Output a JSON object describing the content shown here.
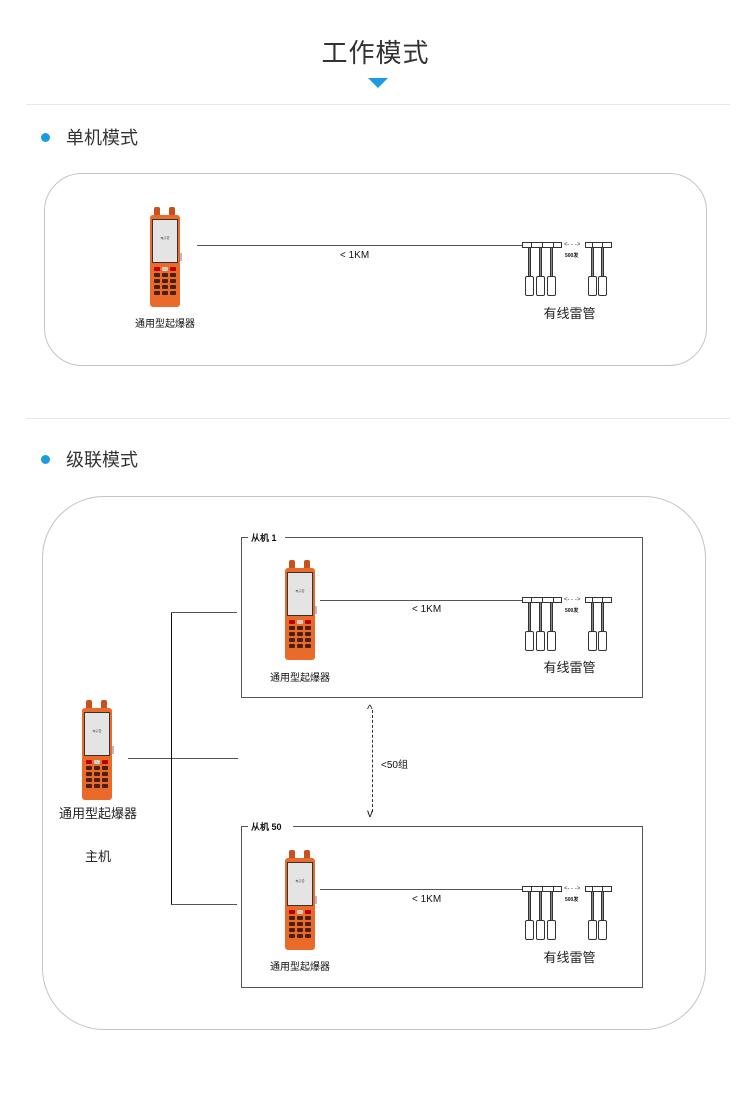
{
  "header": {
    "title": "工作模式",
    "arrow_icon": "triangle-down-icon",
    "accent_color": "#1a9be3"
  },
  "sections": [
    {
      "label": "单机模式",
      "diagram": {
        "device_label": "通用型起爆器",
        "device_screen_text": "电子雷",
        "distance_label": "< 1KM",
        "detonator_label": "有线雷管",
        "spacing_label": "500发",
        "spacing_arrow": "<- - ->"
      }
    },
    {
      "label": "级联模式",
      "diagram": {
        "master": {
          "device_label": "通用型起爆器",
          "role_label": "主机"
        },
        "slaves": [
          {
            "title": "从机 1",
            "device_label": "通用型起爆器",
            "distance_label": "< 1KM",
            "detonator_label": "有线雷管",
            "spacing_label": "500发",
            "spacing_arrow": "<- - ->"
          },
          {
            "title": "从机 50",
            "device_label": "通用型起爆器",
            "distance_label": "< 1KM",
            "detonator_label": "有线雷管",
            "spacing_label": "500发",
            "spacing_arrow": "<- - ->"
          }
        ],
        "group_limit_label": "<50组"
      }
    }
  ]
}
